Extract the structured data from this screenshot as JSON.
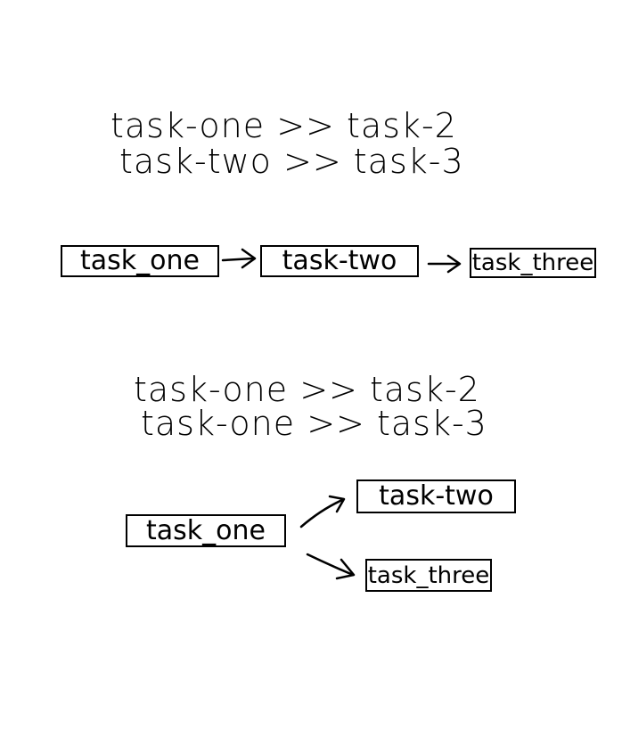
{
  "section1": {
    "line1": "task-one >> task-2",
    "line2": "task-two >> task-3",
    "box1": "task_one",
    "box2": "task-two",
    "box3": "task_three"
  },
  "section2": {
    "line1": "task-one >> task-2",
    "line2": "task-one >> task-3",
    "box1": "task_one",
    "box2": "task-two",
    "box3": "task_three"
  },
  "colors": {
    "ink": "#000000",
    "background": "#ffffff"
  }
}
